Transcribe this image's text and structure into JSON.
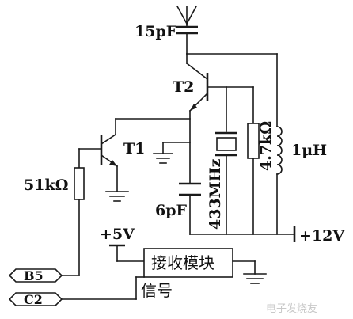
{
  "components": {
    "antenna_cap": "15pF",
    "transistor_t2": "T2",
    "transistor_t1": "T1",
    "base_resistor": "51kΩ",
    "bottom_cap": "6pF",
    "crystal": "433MHz",
    "resistor": "4.7kΩ",
    "inductor": "1μH"
  },
  "supply": {
    "plus12": "+12V",
    "plus5": "+5V"
  },
  "module": {
    "label": "接收模块",
    "signal": "信号"
  },
  "ports": {
    "b5": "B5",
    "c2": "C2"
  },
  "watermark": "电子发烧友"
}
